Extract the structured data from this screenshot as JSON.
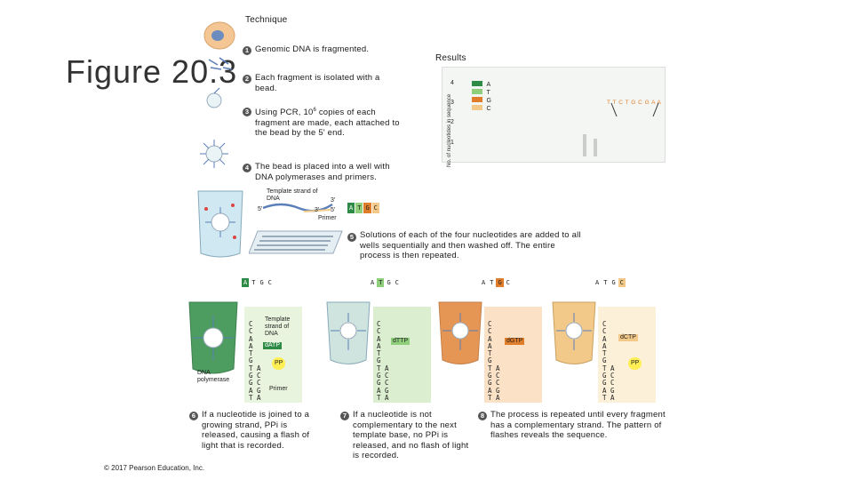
{
  "header": {
    "technique": "Technique",
    "figure_title": "Figure 20.3",
    "results": "Results"
  },
  "steps": {
    "s1": {
      "num": "1",
      "text": "Genomic DNA is fragmented."
    },
    "s2": {
      "num": "2",
      "text": "Each fragment is isolated with a bead."
    },
    "s3": {
      "num": "3",
      "text_a": "Using PCR, 10",
      "sup": "6",
      "text_b": " copies of each fragment are made, each attached to the bead by the 5' end."
    },
    "s4": {
      "num": "4",
      "text": "The bead is placed into a well with DNA polymerases and primers."
    },
    "s5": {
      "num": "5",
      "text": "Solutions of each of the four nucleotides are added to all wells sequentially and then washed off. The entire process is then repeated."
    },
    "s6": {
      "num": "6",
      "text": "If a nucleotide is joined to a growing strand, PPi is released, causing a flash of light that is recorded."
    },
    "s7": {
      "num": "7",
      "text": "If a nucleotide is not complementary to the next template base, no PPi is released, and no flash of light is recorded."
    },
    "s8": {
      "num": "8",
      "text": "The process is repeated until every fragment has a complementary strand. The pattern of flashes reveals the sequence."
    }
  },
  "labels": {
    "template_strand": "Template strand of DNA",
    "five_prime": "5'",
    "three_prime": "3'",
    "primer": "Primer",
    "dna_polymerase": "DNA polymerase",
    "pp": "PP",
    "datp": "dATP",
    "dttp": "dTTP",
    "dgtp": "dGTP",
    "dctp": "dCTP",
    "template_strand_of_dna": "Template strand of DNA"
  },
  "nucleotides": [
    "A",
    "T",
    "G",
    "C"
  ],
  "strand_letters": "C\nC\nA\nA\nT\nG\nT A\nG C\nG C\nA G\nT A",
  "chart": {
    "ylabel": "No. of nucleotides in sequence",
    "yticks": [
      "4",
      "3",
      "2",
      "1"
    ],
    "legend": [
      {
        "label": "A",
        "color": "#2e8b45"
      },
      {
        "label": "T",
        "color": "#8fce7a"
      },
      {
        "label": "G",
        "color": "#e07d2a"
      },
      {
        "label": "C",
        "color": "#f3c98a"
      }
    ],
    "sequence": "T T C T G C G A A"
  },
  "chart_data": {
    "type": "bar",
    "ylabel": "No. of nucleotides in sequence",
    "ylim": [
      0,
      4
    ],
    "legend": [
      "A",
      "T",
      "G",
      "C"
    ],
    "annotation": "T T C T G C G A A"
  },
  "copyright": "© 2017 Pearson Education, Inc."
}
